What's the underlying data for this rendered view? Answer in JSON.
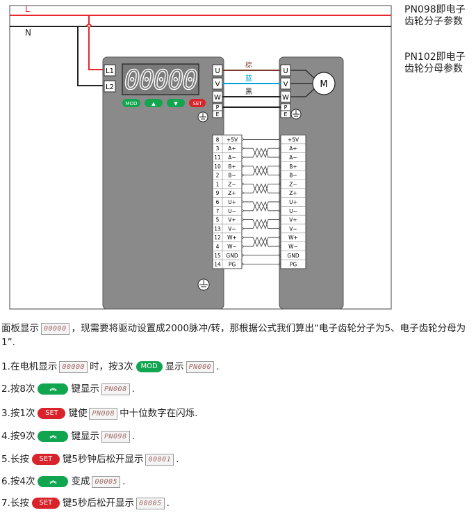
{
  "wiring": {
    "line_l": "L",
    "line_n": "N",
    "driver_power_terminals": [
      "L1",
      "L2"
    ],
    "driver_display_value": "00000",
    "driver_buttons": [
      "MOD",
      "▲",
      "▼",
      "SET"
    ],
    "driver_motor_terminals": [
      "U",
      "V",
      "W",
      "P",
      "E"
    ],
    "motor_terminals": [
      "U",
      "V",
      "W",
      "P",
      "E"
    ],
    "motor_label": "M",
    "wire_colors": [
      "棕",
      "蓝",
      "黑"
    ],
    "encoder_pins": [
      {
        "num": "8",
        "name": "+5V",
        "motor": "+5V"
      },
      {
        "num": "3",
        "name": "A+",
        "motor": "A+"
      },
      {
        "num": "11",
        "name": "A−",
        "motor": "A−"
      },
      {
        "num": "10",
        "name": "B+",
        "motor": "B+"
      },
      {
        "num": "2",
        "name": "B−",
        "motor": "B−"
      },
      {
        "num": "1",
        "name": "Z−",
        "motor": "Z−"
      },
      {
        "num": "9",
        "name": "Z+",
        "motor": "Z+"
      },
      {
        "num": "6",
        "name": "U+",
        "motor": "U+"
      },
      {
        "num": "7",
        "name": "U−",
        "motor": "U−"
      },
      {
        "num": "5",
        "name": "V+",
        "motor": "V+"
      },
      {
        "num": "13",
        "name": "V−",
        "motor": "V−"
      },
      {
        "num": "12",
        "name": "W+",
        "motor": "W+"
      },
      {
        "num": "4",
        "name": "W−",
        "motor": "W−"
      },
      {
        "num": "15",
        "name": "GND",
        "motor": "GND"
      },
      {
        "num": "14",
        "name": "PG",
        "motor": "PG"
      }
    ]
  },
  "notes": {
    "pn098": [
      "PN098即电子",
      "齿轮分子参数"
    ],
    "pn102": [
      "PN102即电子",
      "齿轮分母参数"
    ]
  },
  "intro": {
    "part1": "面板显示",
    "display": "00000",
    "part2": "，现需要将驱动设置成2000脉冲/转，那根据公式我们算出“电子齿轮分子为5、电子齿轮分母为1”."
  },
  "steps": [
    {
      "a": "1.在电机显示",
      "seg1": "00000",
      "b": "时，按3次",
      "pill": "MOD",
      "pill_color": "green",
      "c": "显示",
      "seg2": "PN000",
      "d": "."
    },
    {
      "a": "2.按8次",
      "pill": "︽",
      "pill_color": "green",
      "b": "键显示",
      "seg1": "PN008",
      "c": "."
    },
    {
      "a": "3.按1次",
      "pill": "SET",
      "pill_color": "red",
      "b": "键使",
      "seg1": "PN008",
      "c": "中十位数字在闪烁."
    },
    {
      "a": "4.按9次",
      "pill": "︽",
      "pill_color": "green",
      "b": "键显示",
      "seg1": "PN098",
      "c": "."
    },
    {
      "a": "5.长按",
      "pill": "SET",
      "pill_color": "red",
      "b": "键5秒钟后松开显示",
      "seg1": "00001",
      "c": "."
    },
    {
      "a": "6.按4次",
      "pill": "︽",
      "pill_color": "green",
      "b": "变成",
      "seg1": "00005",
      "c": "."
    },
    {
      "a": "7.长按",
      "pill": "SET",
      "pill_color": "red",
      "b": "键5秒后松开显示",
      "seg1": "00005",
      "c": "."
    }
  ],
  "colors": {
    "red_line": "#e8262b",
    "green_button": "#12a550",
    "red_button": "#d9232a",
    "panel": "#8a8a8a",
    "blue_wire": "#00a0e0",
    "brown_wire": "#7a3b2e"
  }
}
